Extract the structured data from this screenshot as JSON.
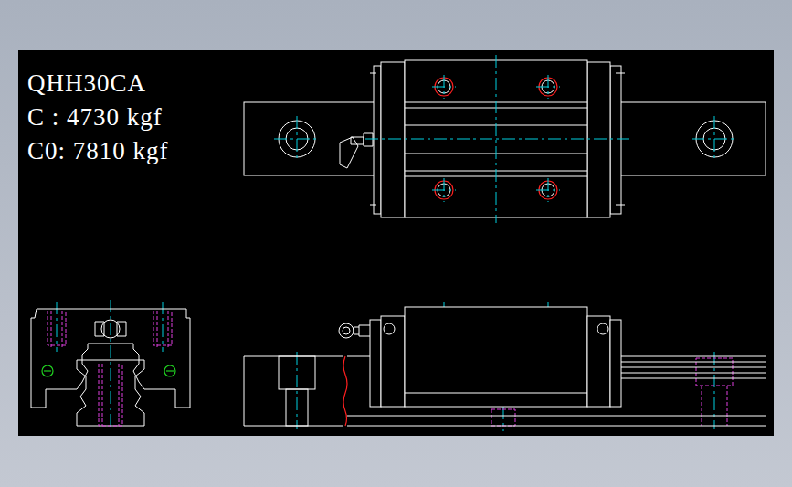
{
  "diagram": {
    "labels": [
      "QHH30CA",
      "C : 4730 kgf",
      "C0: 7810 kgf"
    ]
  }
}
